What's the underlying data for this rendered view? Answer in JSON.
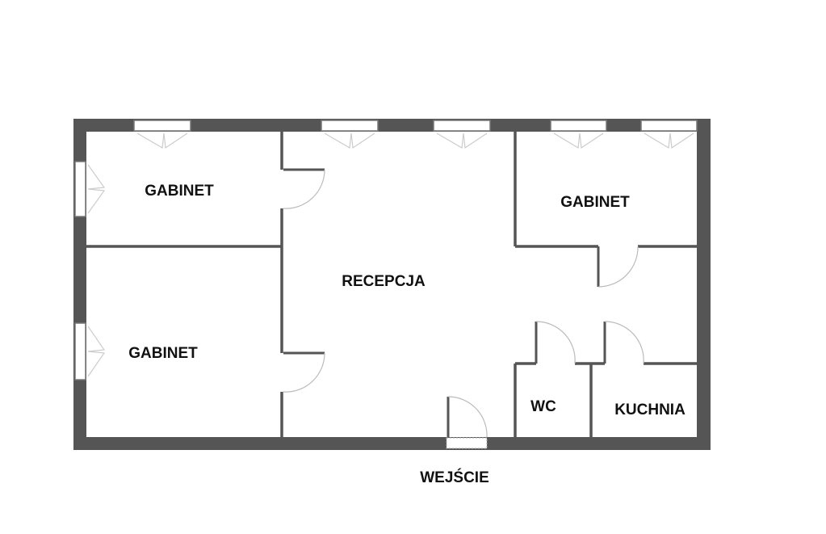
{
  "plan": {
    "rooms": [
      {
        "id": "office-top-left",
        "label": "GABINET"
      },
      {
        "id": "office-bottom-left",
        "label": "GABINET"
      },
      {
        "id": "reception",
        "label": "RECEPCJA"
      },
      {
        "id": "office-top-right",
        "label": "GABINET"
      },
      {
        "id": "wc",
        "label": "WC"
      },
      {
        "id": "kitchen",
        "label": "KUCHNIA"
      }
    ],
    "entrance_label": "WEJŚCIE"
  },
  "colors": {
    "wall": "#555555",
    "wall_edge": "#8a8a8a",
    "door_arc": "#bbbbbb"
  }
}
